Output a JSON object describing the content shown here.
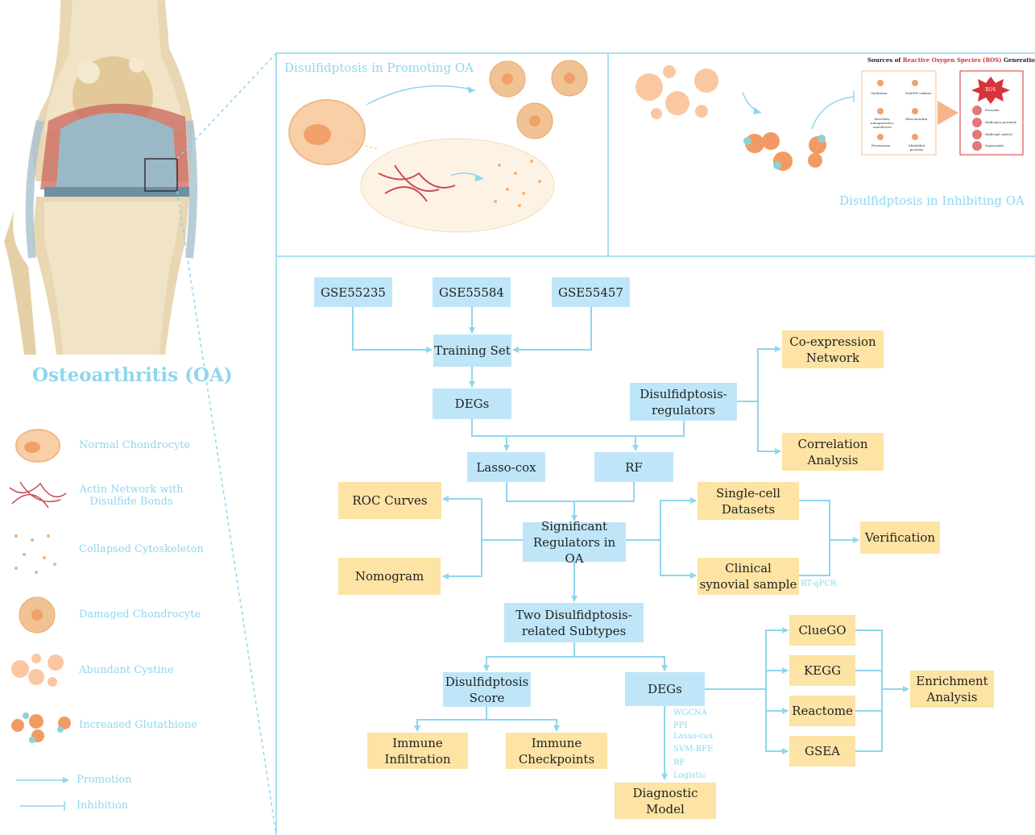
{
  "left_panel": {
    "title": "Osteoarthritis (OA)",
    "legend": [
      {
        "icon": "normal-chondrocyte-icon",
        "label": "Normal Chondrocyte"
      },
      {
        "icon": "actin-network-icon",
        "label": "Actin Network with Disulfide Bonds"
      },
      {
        "icon": "collapsed-cytoskeleton-icon",
        "label": "Collapsed Cytoskeleton"
      },
      {
        "icon": "damaged-chondrocyte-icon",
        "label": "Damaged Chondrocyte"
      },
      {
        "icon": "abundant-cystine-icon",
        "label": "Abundant Cystine"
      },
      {
        "icon": "increased-glutathione-icon",
        "label": "Increased Glutathione"
      },
      {
        "icon": "promotion-arrow-icon",
        "label": "Promotion"
      },
      {
        "icon": "inhibition-arrow-icon",
        "label": "Inhibition"
      }
    ]
  },
  "top_panels": {
    "promoting_title": "Disulfidptosis in Promoting OA",
    "inhibiting_title": "Disulfidptosis in Inhibiting OA",
    "ros_title_pre": "Sources of ",
    "ros_title_highlight": "Reactive Oxygen Species (ROS)",
    "ros_title_post": " Generation",
    "ros_sources": [
      "Radiation",
      "NADPH oxidase",
      "Microbes, nanoparticles, anesthetics",
      "Mitochondria",
      "Peroxisome",
      "Misfolded proteins"
    ],
    "ros_label": "ROS",
    "ros_types": [
      "Peroxide",
      "Hydrogen peroxide",
      "Hydroxyl radical",
      "Superoxide"
    ]
  },
  "flow": {
    "gse1": "GSE55235",
    "gse2": "GSE55584",
    "gse3": "GSE55457",
    "training": "Training Set",
    "degs1": "DEGs",
    "regulators": "Disulfidptosis-\nregulators",
    "coexpr": "Co-expression\nNetwork",
    "correlation": "Correlation\nAnalysis",
    "lasso": "Lasso-cox",
    "rf": "RF",
    "roc": "ROC Curves",
    "nomogram": "Nomogram",
    "significant": "Significant\nRegulators in OA",
    "singlecell": "Single-cell\nDatasets",
    "clinical": "Clinical\nsynovial sample",
    "rtqpcr": "RT-qPCR",
    "verification": "Verification",
    "subtypes": "Two Disulfidptosis-\nrelated Subtypes",
    "score": "Disulfidptosis\nScore",
    "degs2": "DEGs",
    "immune_inf": "Immune\nInfiltration",
    "immune_chk": "Immune\nCheckpoints",
    "diagnostic": "Diagnostic Model",
    "methods": [
      "WGCNA",
      "PPI",
      "Lasso-cox",
      "SVM-RFE",
      "RF",
      "Logistic"
    ],
    "cluego": "ClueGO",
    "kegg": "KEGG",
    "reactome": "Reactome",
    "gsea": "GSEA",
    "enrichment": "Enrichment\nAnalysis"
  },
  "colors": {
    "line": "#8fd6ee",
    "blue_box": "#bfe6f8",
    "orange_box": "#fde3a4",
    "ros_red": "#d6333a"
  }
}
